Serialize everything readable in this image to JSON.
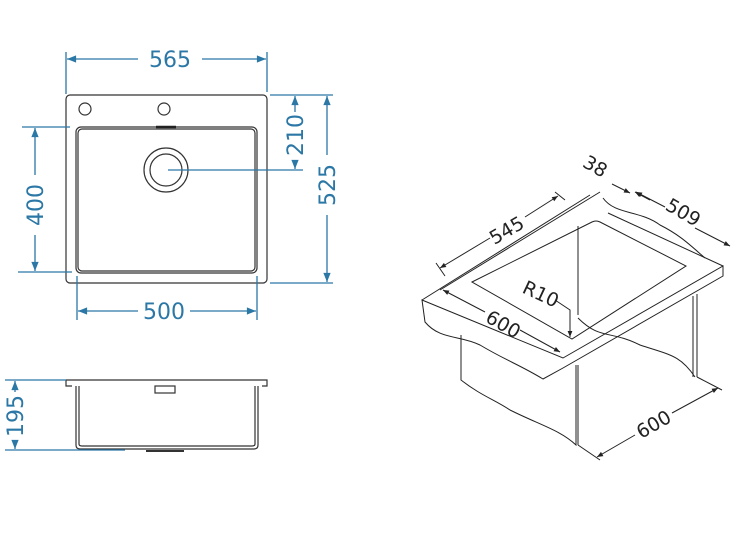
{
  "top_view": {
    "width_overall": "565",
    "width_bowl": "500",
    "depth_bowl": "400",
    "depth_overall": "525",
    "drain_offset": "210"
  },
  "side_view": {
    "bowl_depth": "195"
  },
  "iso_view": {
    "flange": "38",
    "cutout_width": "545",
    "cutout_depth": "509",
    "corner_radius": "R10",
    "cabinet_width": "600",
    "cabinet_depth": "600"
  },
  "colors": {
    "dimension": "#2b77a6",
    "outline": "#333333"
  }
}
